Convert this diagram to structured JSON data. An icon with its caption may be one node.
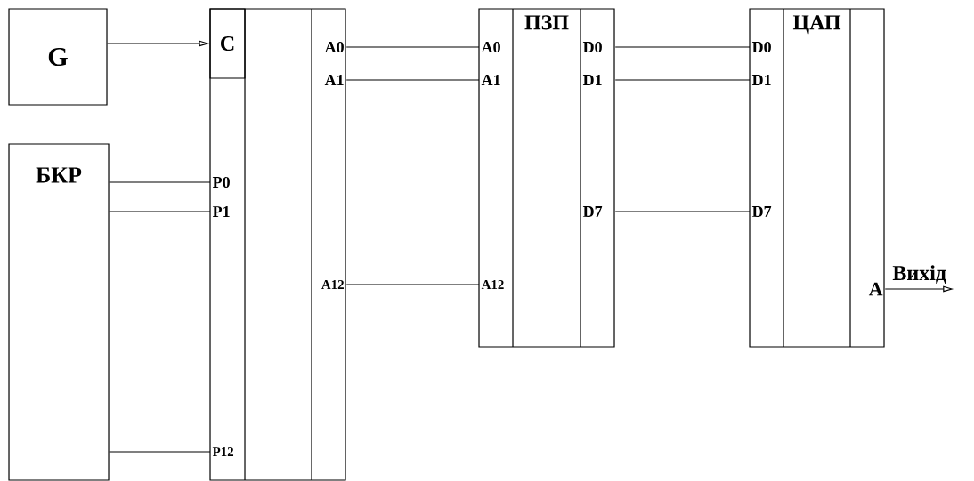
{
  "diagram": {
    "nodes": [
      {
        "text": [
          "G"
        ]
      },
      {
        "text": [
          "БКР"
        ]
      },
      {
        "text": [],
        "shape": "box"
      },
      {
        "text": [
          "C"
        ],
        "in": 2
      },
      {
        "text": [
          "P0"
        ],
        "in": 2
      },
      {
        "text": [
          "P1"
        ],
        "in": 2
      },
      {
        "text": [
          "P12"
        ],
        "in": 2
      },
      {
        "text": [
          "A0"
        ],
        "in": 2
      },
      {
        "text": [
          "A1"
        ],
        "in": 2
      },
      {
        "text": [
          "A12"
        ],
        "in": 2
      },
      {
        "text": [
          "ПЗП"
        ]
      },
      {
        "text": [
          "A0"
        ],
        "in": 10
      },
      {
        "text": [
          "A1"
        ],
        "in": 10
      },
      {
        "text": [
          "A12"
        ],
        "in": 10
      },
      {
        "text": [
          "D0"
        ],
        "in": 10
      },
      {
        "text": [
          "D1"
        ],
        "in": 10
      },
      {
        "text": [
          "D7"
        ],
        "in": 10
      },
      {
        "text": [
          "ЦАП"
        ]
      },
      {
        "text": [
          "D0"
        ],
        "in": 17
      },
      {
        "text": [
          "D1"
        ],
        "in": 17
      },
      {
        "text": [
          "D7"
        ],
        "in": 17
      },
      {
        "text": [
          "A"
        ],
        "in": 17
      }
    ],
    "edges": [
      {
        "from": 0,
        "to": 3,
        "arrow": "to"
      },
      {
        "from": 1,
        "to": 4,
        "arrow": "none"
      },
      {
        "from": 1,
        "to": 5,
        "arrow": "none"
      },
      {
        "from": 1,
        "to": 6,
        "arrow": "none"
      },
      {
        "from": 7,
        "to": 11,
        "arrow": "none"
      },
      {
        "from": 8,
        "to": 12,
        "arrow": "none"
      },
      {
        "from": 9,
        "to": 13,
        "arrow": "none"
      },
      {
        "from": 14,
        "to": 18,
        "arrow": "none"
      },
      {
        "from": 15,
        "to": 19,
        "arrow": "none"
      },
      {
        "from": 16,
        "to": 20,
        "arrow": "none"
      },
      {
        "from": 21,
        "to": null,
        "arrow": "to",
        "label": "Вихід"
      }
    ]
  }
}
